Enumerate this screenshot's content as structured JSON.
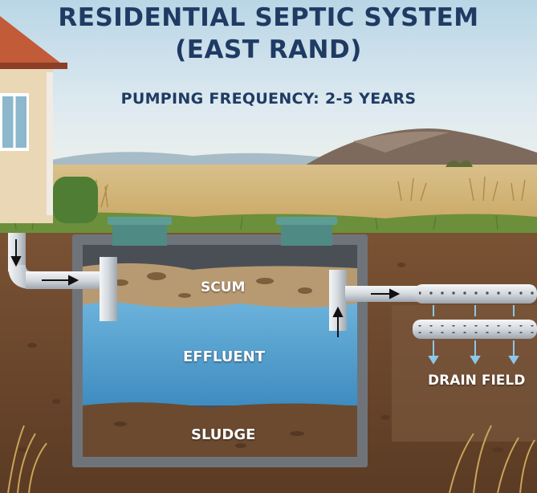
{
  "diagram": {
    "title_line1": "RESIDENTIAL SEPTIC SYSTEM",
    "title_line2": "(EAST RAND)",
    "subtitle": "PUMPING FREQUENCY: 2-5 YEARS",
    "labels": {
      "scum": "SCUM",
      "effluent": "EFFLUENT",
      "sludge": "SLUDGE",
      "drain_field": "DRAIN FIELD"
    }
  },
  "colors": {
    "title": "#1f3b63",
    "effluent_water": "#5aa9d6",
    "soil": "#6e4a2f",
    "tank_wall": "#6f747a",
    "pipe": "#d8dde2"
  }
}
